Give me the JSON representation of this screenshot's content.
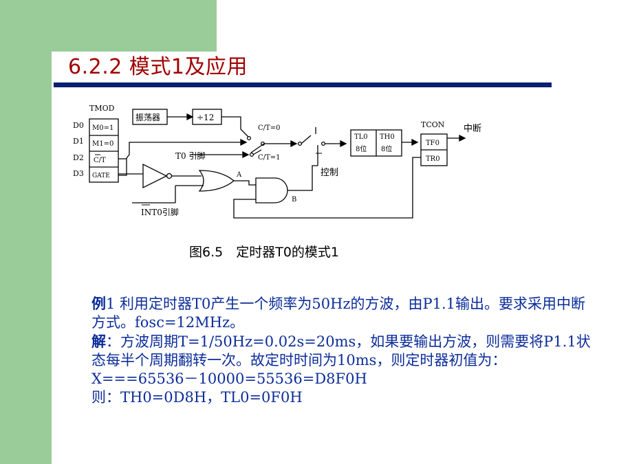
{
  "slide": {
    "title": "6.2.2  模式1及应用"
  },
  "diagram": {
    "tmod_label": "TMOD",
    "d0": "D0",
    "d1": "D1",
    "d2": "D2",
    "d3": "D3",
    "m0": "M0=1",
    "m1": "M1=0",
    "ct": "C/T",
    "gate": "GATE",
    "oscillator": "振荡器",
    "divider": "÷12",
    "sw_ct0": "C/T=0",
    "sw_ct1": "C/T=1",
    "t0_pin": "T0 引脚",
    "int0_pin": "INT0引脚",
    "label_a": "A",
    "label_b": "B",
    "control": "控制",
    "tl0": "TL0",
    "tl0_bits": "8位",
    "th0": "TH0",
    "th0_bits": "8位",
    "tcon_label": "TCON",
    "tf0": "TF0",
    "tr0": "TR0",
    "interrupt": "中断"
  },
  "caption": "图6.5　定时器T0的模式1",
  "example": {
    "line1_label": "例",
    "line1_text": "1 利用定时器T0产生一个频率为50Hz的方波，由P1.1输出。要求采用中断方式。fosc=12MHz。",
    "line2_label": "解",
    "line2_text": "：方波周期T=1/50Hz=0.02s=20ms，如果要输出方波，则需要将P1.1状态每半个周期翻转一次。故定时时间为10ms，则定时器初值为：",
    "line3": "X===65536－10000=55536=D8F0H",
    "line4": "则：TH0=0D8H，TL0=0F0H"
  }
}
